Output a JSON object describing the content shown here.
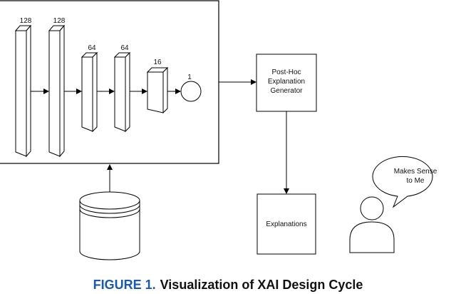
{
  "network": {
    "layers": [
      {
        "units": "128"
      },
      {
        "units": "128"
      },
      {
        "units": "64"
      },
      {
        "units": "64"
      },
      {
        "units": "16"
      }
    ],
    "output_units": "1"
  },
  "generator": {
    "line1": "Post-Hoc",
    "line2": "Explanation",
    "line3": "Generator"
  },
  "explanations": {
    "label": "Explanations"
  },
  "speech": {
    "line1": "Makes Sense",
    "line2": "to Me"
  },
  "caption": {
    "label": "FIGURE 1.",
    "title": "Visualization of XAI Design Cycle"
  }
}
